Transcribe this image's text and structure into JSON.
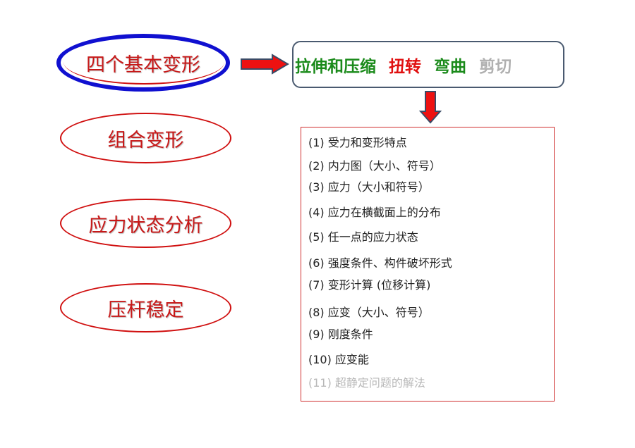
{
  "topics": [
    "四个基本变形",
    "组合变形",
    "应力状态分析",
    "压杆稳定"
  ],
  "deformations": [
    {
      "label": "拉伸和压缩",
      "color": "#1a8a1a"
    },
    {
      "label": "扭转",
      "color": "#e01010"
    },
    {
      "label": "弯曲",
      "color": "#1a8a1a"
    },
    {
      "label": "剪切",
      "color": "#b0b0b0"
    }
  ],
  "items": [
    {
      "label": "(1)  受力和变形特点",
      "color": "#222222"
    },
    {
      "label": "(2)  内力图（大小、符号）",
      "color": "#222222"
    },
    {
      "label": "(3)  应力（大小和符号）",
      "color": "#222222"
    },
    {
      "label": "(4)   应力在横截面上的分布",
      "color": "#222222"
    },
    {
      "label": "(5)  任一点的应力状态",
      "color": "#222222"
    },
    {
      "label": "(6)  强度条件、构件破坏形式",
      "color": "#222222"
    },
    {
      "label": "(7)  变形计算  (位移计算)",
      "color": "#222222"
    },
    {
      "label": "(8)  应变（大小、符号）",
      "color": "#222222"
    },
    {
      "label": "(9)   刚度条件",
      "color": "#222222"
    },
    {
      "label": "(10) 应变能",
      "color": "#222222"
    },
    {
      "label": "(11) 超静定问题的解法",
      "color": "#b8b8b8"
    }
  ]
}
